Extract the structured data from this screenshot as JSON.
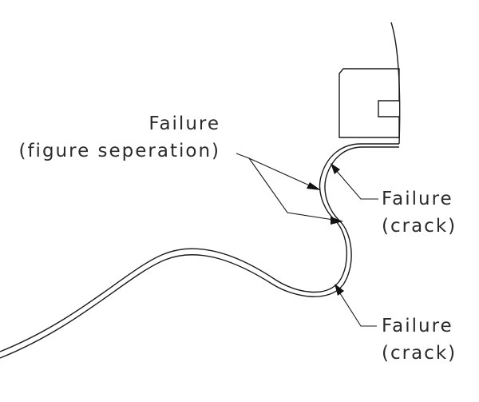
{
  "labels": {
    "figure_failure": {
      "line1": "Failure",
      "line2": "(figure seperation)"
    },
    "crack_upper": {
      "line1": "Failure",
      "line2": "(crack)"
    },
    "crack_lower": {
      "line1": "Failure",
      "line2": "(crack)"
    }
  }
}
